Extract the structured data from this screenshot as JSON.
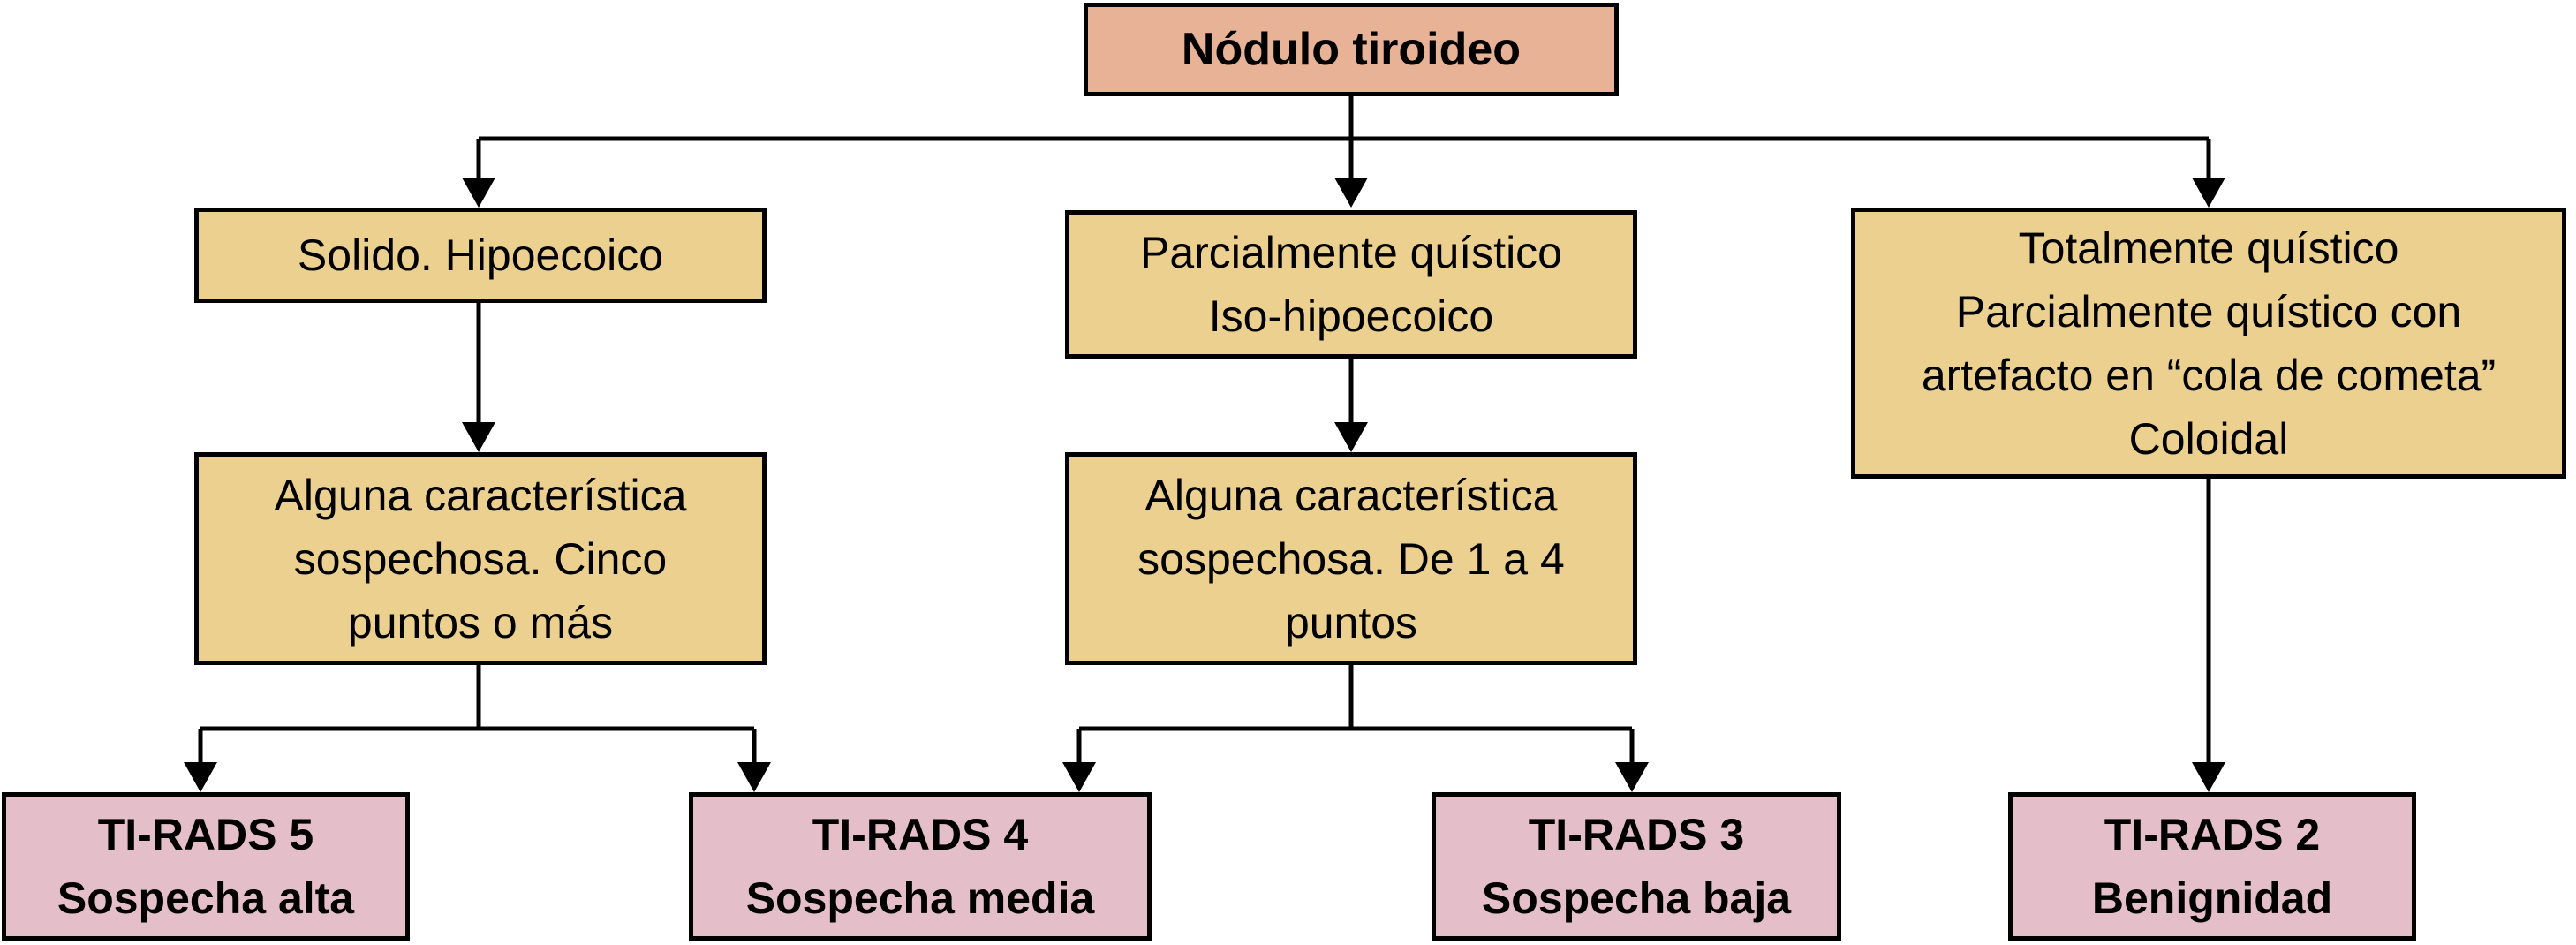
{
  "diagram": {
    "root": {
      "label": "Nódulo tiroideo"
    },
    "branches": [
      {
        "id": "solid",
        "label": "Solido. Hipoecoico"
      },
      {
        "id": "partially-cystic",
        "label": "Parcialmente quístico\nIso-hipoecoico"
      },
      {
        "id": "totally-cystic",
        "label": "Totalmente quístico\nParcialmente quístico con\nartefacto en “cola de cometa”\nColoidal"
      }
    ],
    "criteria": [
      {
        "id": "five-points-or-more",
        "label": "Alguna característica\nsospechosa. Cinco\npuntos o más"
      },
      {
        "id": "one-to-four-points",
        "label": "Alguna característica\nsospechosa. De 1 a 4\npuntos"
      }
    ],
    "results": [
      {
        "id": "tirads5",
        "label": "TI-RADS 5\nSospecha alta"
      },
      {
        "id": "tirads4",
        "label": "TI-RADS 4\nSospecha media"
      },
      {
        "id": "tirads3",
        "label": "TI-RADS 3\nSospecha baja"
      },
      {
        "id": "tirads2",
        "label": "TI-RADS 2\nBenignidad"
      }
    ]
  },
  "colors": {
    "root_fill": "#e7b295",
    "branch_fill": "#ebd08f",
    "result_fill": "#e4bfca",
    "line": "#000000",
    "background": "#ffffff"
  }
}
